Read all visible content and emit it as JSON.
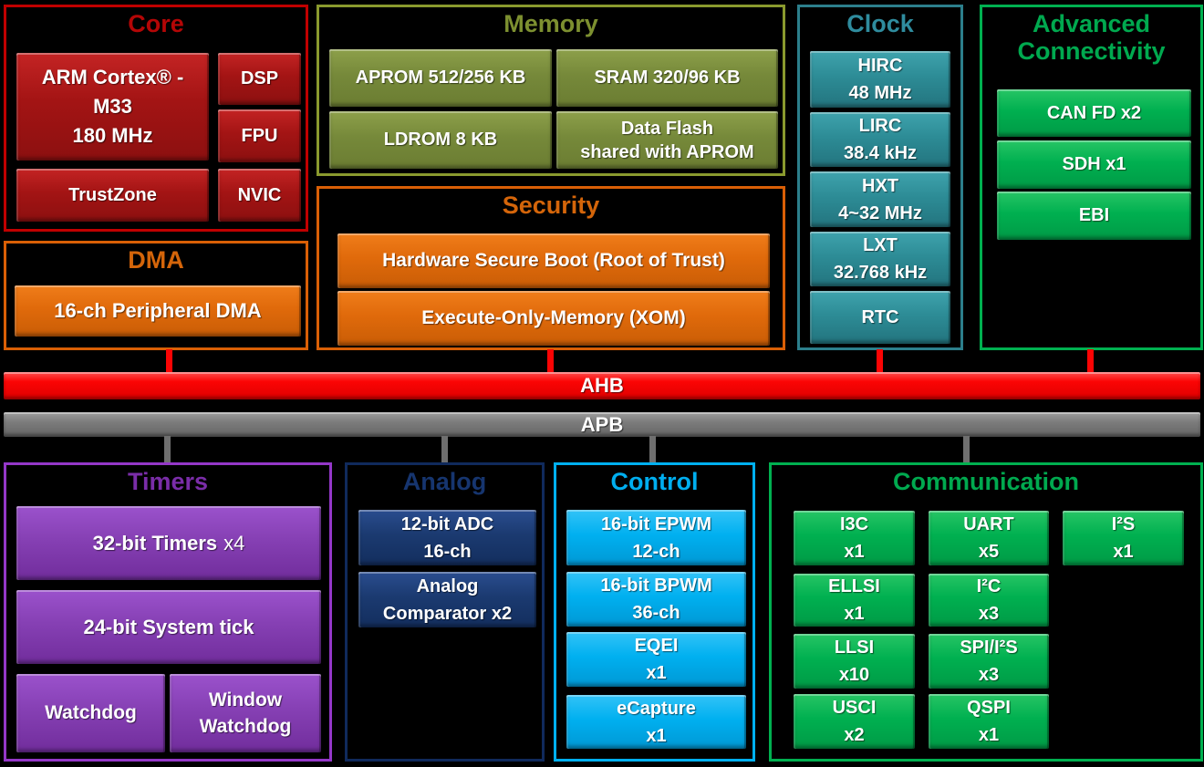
{
  "palette": {
    "core_red": "#a31414",
    "core_border": "#c00000",
    "core_title": "#b40606",
    "memory_olive": "#76893a",
    "memory_border": "#8a9a2e",
    "memory_title": "#7d9030",
    "dma_security_orange": "#e06a0b",
    "dma_security_border": "#d95f06",
    "dma_security_title": "#d4650a",
    "clock_teal": "#2d8c96",
    "clock_border": "#2c7f8c",
    "clock_title": "#2f8c9e",
    "green": "#00b050",
    "green_title": "#00a94f",
    "ahb_red": "#fb0404",
    "apb_gray": "#7c7c7c",
    "timers_purple": "#8640b4",
    "timers_border": "#9437c8",
    "timers_title": "#7a2da8",
    "analog_navy": "#1b3a70",
    "analog_border": "#102a5c",
    "analog_title": "#16356f",
    "control_cyan": "#00b0f0"
  },
  "buses": {
    "ahb": "AHB",
    "apb": "APB"
  },
  "core": {
    "title": "Core",
    "arm": "ARM Cortex® -\nM33\n180 MHz",
    "dsp": "DSP",
    "fpu": "FPU",
    "trustzone": "TrustZone",
    "nvic": "NVIC"
  },
  "dma": {
    "title": "DMA",
    "pdma": "16-ch Peripheral DMA"
  },
  "memory": {
    "title": "Memory",
    "aprom": "APROM 512/256 KB",
    "sram": "SRAM 320/96 KB",
    "ldrom": "LDROM 8 KB",
    "dataflash": "Data Flash\nshared with APROM"
  },
  "security": {
    "title": "Security",
    "boot": "Hardware Secure Boot (Root of Trust)",
    "xom": "Execute-Only-Memory (XOM)"
  },
  "clock": {
    "title": "Clock",
    "hirc": "HIRC\n48 MHz",
    "lirc": "LIRC\n38.4 kHz",
    "hxt": "HXT\n4~32 MHz",
    "lxt": "LXT\n32.768 kHz",
    "rtc": "RTC"
  },
  "advanced_connectivity": {
    "title": "Advanced\nConnectivity",
    "canfd": "CAN FD x2",
    "sdh": "SDH x1",
    "ebi": "EBI"
  },
  "timers": {
    "title": "Timers",
    "t32": "32-bit Timers",
    "t32_suffix": "x4",
    "systick": "24-bit System  tick",
    "watchdog": "Watchdog",
    "window_watchdog": "Window\nWatchdog"
  },
  "analog": {
    "title": "Analog",
    "adc": "12-bit ADC\n16-ch",
    "comparator": "Analog\nComparator x2"
  },
  "control": {
    "title": "Control",
    "epwm": "16-bit EPWM\n12-ch",
    "bpwm": "16-bit BPWM\n36-ch",
    "eqei": "EQEI\nx1",
    "ecapture": "eCapture\nx1"
  },
  "communication": {
    "title": "Communication",
    "i3c": "I3C\nx1",
    "uart": "UART\nx5",
    "i2s": "I²S\nx1",
    "ellsi": "ELLSI\nx1",
    "i2c": "I²C\nx3",
    "llsi": "LLSI\nx10",
    "spi_i2s": "SPI/I²S\nx3",
    "usci": "USCI\nx2",
    "qspi": "QSPI\nx1"
  }
}
